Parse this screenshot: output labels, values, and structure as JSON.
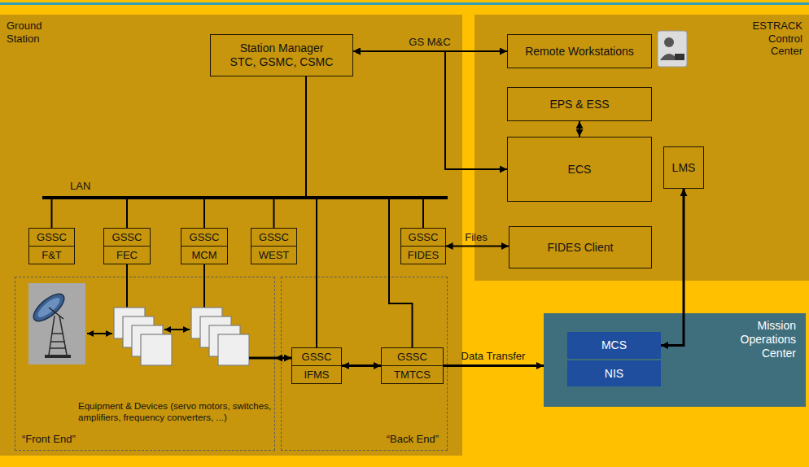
{
  "diagram": {
    "nodes": [
      {
        "text": [
          "Ground Station"
        ]
      },
      {
        "text": [
          "ESTRACK Control Center"
        ]
      },
      {
        "text": [
          "Station Manager",
          "STC, GSMC, CSMC"
        ],
        "in": 0
      },
      {
        "text": [
          "Remote Workstations"
        ],
        "in": 1
      },
      {
        "text": [
          "EPS & ESS"
        ],
        "in": 1
      },
      {
        "text": [
          "ECS"
        ],
        "in": 1
      },
      {
        "text": [
          "LMS"
        ],
        "in": 1
      },
      {
        "text": [
          "FIDES Client"
        ],
        "in": 1
      },
      {
        "text": [
          "GSSC",
          "F&T"
        ],
        "in": 0
      },
      {
        "text": [
          "GSSC",
          "FEC"
        ],
        "in": 0
      },
      {
        "text": [
          "GSSC",
          "MCM"
        ],
        "in": 0
      },
      {
        "text": [
          "GSSC",
          "WEST"
        ],
        "in": 0
      },
      {
        "text": [
          "GSSC",
          "FIDES"
        ],
        "in": 0
      },
      {
        "text": [
          "Equipment & Devices (servo motors, switches, amplifiers, frequency converters, ...)",
          "“Front End”"
        ],
        "in": 0
      },
      {
        "text": [
          "“Back End”"
        ],
        "in": 0
      },
      {
        "text": [
          "GSSC",
          "IFMS"
        ],
        "in": 14
      },
      {
        "text": [
          "GSSC",
          "TMTCS"
        ],
        "in": 14
      },
      {
        "text": [
          "Mission Operations Center"
        ]
      },
      {
        "text": [
          "MCS"
        ],
        "in": 17
      },
      {
        "text": [
          "NIS"
        ],
        "in": 17
      }
    ],
    "edges": [
      {
        "from": 2,
        "to": 3,
        "arrow": "both",
        "label": "GS M&C"
      },
      {
        "from": 2,
        "to": 5,
        "arrow": "both"
      },
      {
        "from": 4,
        "to": 5,
        "arrow": "both"
      },
      {
        "from": 2,
        "to": 8,
        "arrow": "none"
      },
      {
        "from": 2,
        "to": 9,
        "arrow": "none"
      },
      {
        "from": 2,
        "to": 10,
        "arrow": "none"
      },
      {
        "from": 2,
        "to": 11,
        "arrow": "none"
      },
      {
        "from": 2,
        "to": 12,
        "arrow": "none"
      },
      {
        "from": 2,
        "to": 15,
        "arrow": "none"
      },
      {
        "from": 2,
        "to": 16,
        "arrow": "none"
      },
      {
        "from": 12,
        "to": 7,
        "arrow": "both",
        "label": "Files"
      },
      {
        "from": 9,
        "to": 13,
        "arrow": "none"
      },
      {
        "from": 10,
        "to": 13,
        "arrow": "none"
      },
      {
        "from": 13,
        "to": 15,
        "arrow": "both"
      },
      {
        "from": 15,
        "to": 16,
        "arrow": "both"
      },
      {
        "from": 16,
        "to": 17,
        "arrow": "to",
        "label": "Data Transfer"
      },
      {
        "from": 6,
        "to": 18,
        "arrow": "both"
      }
    ],
    "labels": [
      "LAN"
    ]
  }
}
